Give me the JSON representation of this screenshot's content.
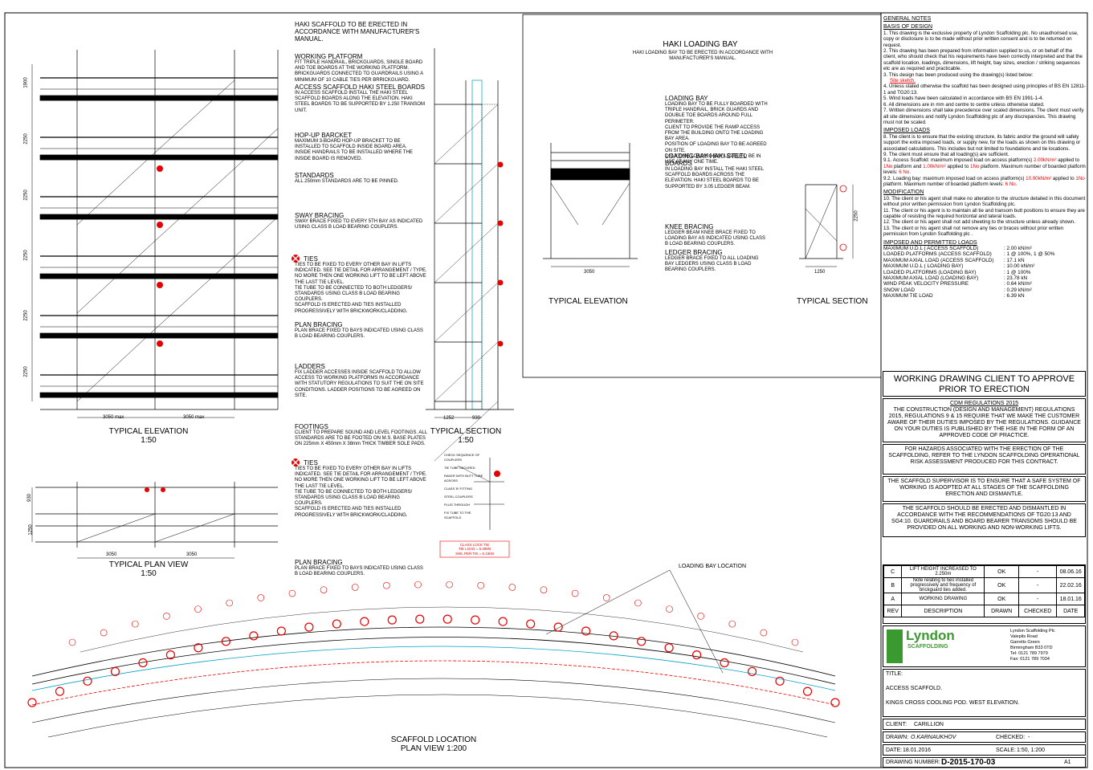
{
  "annotations": [
    {
      "title": "HAKI SCAFFOLD TO BE ERECTED IN ACCORDANCE WITH MANUFACTURER'S MANUAL.",
      "body": ""
    },
    {
      "title": "WORKING PLATFORM",
      "body": "FIT TRIPLE HANDRAIL, BRICKGUARDS, SINGLE BOARD AND TOE BOARDS AT THE WORKING PLATFORM.\nBRICKGUARDS CONNECTED TO GUARDRAILS USING A MINIMUM OF 10 CABLE TIES PER BRRICKGUARD."
    },
    {
      "title": "ACCESS SCAFFOLD HAKI STEEL BOARDS",
      "body": "IN ACCESS SCAFFOLD INSTALL THE HAKI STEEL SCAFFOLD BOARDS ALONG THE ELEVATION. HAKI STEEL BOARDS TO BE SUPPORTED BY 1.250 TRANSOM UNIT."
    },
    {
      "title": "HOP-UP BARCKET",
      "body": "MAXIMUM 3-BOARD HOP-UP BRACKET TO BE INSTALLED TO SCAFFOLD INSIDE BOARD AREA.\nINSIDE HANDRAILS TO BE INSTALLED WHERE THE INSIDE BOARD IS REMOVED."
    },
    {
      "title": "STANDARDS",
      "body": "ALL 250mm STANDARDS ARE TO BE PINNED."
    },
    {
      "title": "SWAY BRACING",
      "body": "SWAY BRACE FIXED TO EVERY 5TH BAY AS INDICATED USING CLASS B LOAD BEARING COUPLERS."
    },
    {
      "title": "TIES",
      "body": "TIES TO BE FIXED TO EVERY OTHER BAY IN LIFTS INDICATED. SEE TIE DETAIL FOR ARRANGEMENT / TYPE.\nNO MORE THEN ONE WORKING LIFT TO BE LEFT ABOVE THE LAST TIE LEVEL.\nTIE TUBE TO BE CONNECTED TO BOTH LEDGERS/ STANDARDS USING CLASS B LOAD BEARING COUPLERS.\nSCAFFOLD IS ERECTED AND TIES INSTALLED PROGRESSIVELY WITH BRICKWORK/CLADDING."
    },
    {
      "title": "PLAN BRACING",
      "body": "PLAN BRACE FIXED TO BAYS INDICATED USING CLASS B LOAD BEARING COUPLERS."
    },
    {
      "title": "LADDERS",
      "body": "FIX LADDER ACCESSES INSIDE SCAFFOLD TO ALLOW ACCESS TO WORKING PLATFORMS IN ACCORDANCE WITH STATUTORY REGULATIONS TO SUIT THE ON SITE CONDITIONS. LADDER POSITIONS TO BE AGREED ON SITE."
    },
    {
      "title": "FOOTINGS",
      "body": "CLIENT TO PREPARE SOUND AND LEVEL FOOTINGS. ALL STANDARDS ARE TO BE FOOTED ON M.S. BASE PLATES ON 225mm X 450mm X 38mm THICK TIMBER SOLE PADS."
    },
    {
      "title": "TIES",
      "body": "TIES TO BE FIXED TO EVERY OTHER BAY IN LIFTS INDICATED. SEE TIE DETAIL FOR ARRANGEMENT / TYPE.\nNO MORE THEN ONE WORKING LIFT TO BE LEFT ABOVE THE LAST TIE LEVEL.\nTIE TUBE TO BE CONNECTED TO BOTH LEDGERS/ STANDARDS USING CLASS B LOAD BEARING COUPLERS.\nSCAFFOLD IS ERECTED AND TIES INSTALLED PROGRESSIVELY WITH BRICKWORK/CLADDING."
    },
    {
      "title": "PLAN BRACING",
      "body": "PLAN BRACE FIXED TO BAYS INDICATED USING CLASS B LOAD BEARING COUPLERS."
    }
  ],
  "views": {
    "elevation_title": "TYPICAL ELEVATION",
    "elevation_scale": "1:50",
    "section_title": "TYPICAL SECTION",
    "section_scale": "1:50",
    "plan_title": "TYPICAL PLAN VIEW",
    "plan_scale": "1:50",
    "location_title": "SCAFFOLD LOCATION",
    "location_scale": "PLAN VIEW 1:200",
    "loading_bay_location": "LOADING BAY LOCATION"
  },
  "dims": {
    "lift_1": "1900",
    "lift": "2250",
    "bay": "3050 max",
    "sec_a": "1252",
    "sec_b": "930",
    "plan_a": "930",
    "plan_b": "1250",
    "plan_bay": "3050"
  },
  "loading_bay": {
    "title": "HAKI LOADING BAY",
    "subtitle": "HAKI LOADING BAY TO BE ERECTED IN ACCORDANCE WITH MANUFACTURER'S MANUAL.",
    "elevation_title": "TYPICAL ELEVATION",
    "section_title": "TYPICAL SECTION",
    "dim_width": "3050",
    "dim_depth": "1250",
    "dim_height": "2250",
    "notes": [
      {
        "title": "LOADING BAY",
        "body": "LOADING BAY TO BE FULLY BOARDED WITH TRIPLE HANDRAIL, BRICK GUARDS AND DOUBLE TOE BOARDS AROUND FULL PERIMETER.\nCLIENT TO PROVIDE THE RAMP ACCESS FROM THE BUILDING ONTO THE LOADING BAY AREA.\nPOSITION OF LOADING BAY TO BE AGREED ON SITE.\nONLY ONE LOADING BAY LEVEL TO BE IN USE AT ANY ONE TIME."
      },
      {
        "title": "LOADING BAY HAKI STEEL BOARDS",
        "body": "IN LOADING BAY INSTALL THE HAKI STEEL SCAFFOLD BOARDS ACROSS THE ELEVATION. HAKI STEEL BOARDS TO BE SUPPORTED BY 3.05 LEDGER BEAM."
      },
      {
        "title": "KNEE BRACING",
        "body": "LEDGER BEAM KNEE BRACE FIXED TO LOADING BAY AS INDICATED USING CLASS B LOAD BEARING COUPLERS."
      },
      {
        "title": "LEDGER BRACING",
        "body": "LEDGER BRACE FIXED TO ALL LOADING BAY LEDGERS USING CLASS B LOAD BEARING COUPLERS."
      }
    ]
  },
  "tie_detail": {
    "labels": [
      "CHECK SEQUENCE OF COUPLERS",
      "TIE TUBE SECURED",
      "RAKER WITH BUTT TUBE ACROSS",
      "CLASS 'B' FITTING",
      "STEEL COUPLERS",
      "PLUG THROUGH",
      "FIX TUBE TO THE SCAFFOLD"
    ],
    "load1": "CLASS LOCK TIE",
    "load2": "TIE LOAD = 6.39kN",
    "load3": "SWL PER TIE = 6.15kN"
  },
  "general_notes": {
    "title": "GENERAL NOTES",
    "basis_title": "BASIS OF DESIGN",
    "basis_items": [
      "1. This drawing is the exclusive property of Lyndon Scaffolding plc. No unauthorised use, copy or disclosure is to be made without prior written consent and is to be returned on request.",
      "2. This drawing has been prepared from information supplied to us, or on behalf of  the client, who should check that his requirements have been correctly interpreted and that the scaffold location, loadings, dimensions, lift height, bay sizes, erection / striking sequences etc are as required and practicable.",
      "3. This design has been produced using the drawing(s) listed below:"
    ],
    "site_sketch": "Site sketch.",
    "basis_items2": [
      "4. Unless stated otherwise the scaffold has been designed using principles of BS EN 12811-1 and TG20:13.",
      "5. Wind loads have been calculated in accordance with BS  EN 1991-1-4.",
      "6. All dimensions are in mm and centre to centre unless otherwise stated.",
      "7. Written dimensions shall take precedence over scaled dimensions. The client must verify all site dimensions and notify Lyndon Scaffolding plc of any discrepancies. This drawing must not be scaled."
    ],
    "imposed_title": "IMPOSED LOADS",
    "imposed_items": [
      "8. The client is to ensure that the existing structure, its fabric and/or the ground will safely support the extra imposed loads, or supply new, for the loads as shown on this drawing or associated calculations. This includes but not limited to foundations and tie locations.",
      "9. The client must ensure that all loading(s) are sufficient."
    ],
    "imposed_91a": "9.1. Access Scaffold: maximum imposed load on access platform(s) ",
    "imposed_91b": "2.00kN/m²",
    "imposed_91c": " applied to ",
    "imposed_91d": "1No",
    "imposed_91e": " platform and ",
    "imposed_91f": "1.00kN/m²",
    "imposed_91g": " applied to ",
    "imposed_91h": "1No",
    "imposed_91i": " platform.  Maximum number of boarded platform levels: ",
    "imposed_91j": "6 No.",
    "imposed_92a": "9.2. Loading bay: maximum imposed load on access platform(s) ",
    "imposed_92b": "10.00kN/m²",
    "imposed_92c": " applied to ",
    "imposed_92d": "1No",
    "imposed_92e": " platform.   Maximum number of boarded platform levels: ",
    "imposed_92f": "6 No.",
    "mod_title": "MODIFICATION",
    "mod_items": [
      "10. The client or his agent shall make no alteration to the structure detailed in this document without prior written permission from Lyndon Scaffolding plc.",
      "11. The client or his agent is to maintain all tie and transom butt positions to ensure they are capable of resisting the required horizontal and lateral loads.",
      "12. The client or his agent shall not add sheeting to the structure unless already shown.",
      "13. The client or his agent shall not remove any ties or braces without prior written permission from Lyndon Scaffolding plc ."
    ],
    "loads_title": "IMPOSED AND PERMITTED LOADS",
    "loads": [
      {
        "k": "MAXIMUM U.D.L ( ACCESS SCAFFOLD)",
        "v": ": 2.00 kN/m²"
      },
      {
        "k": "LOADED PLATFORMS (ACCESS SCAFFOLD)",
        "v": ": 1 @ 100%, 1 @ 50%"
      },
      {
        "k": "MAXIMUM AXIAL LOAD (ACCESS SCAFFOLD)",
        "v": ": 17.1 kN"
      },
      {
        "k": "MAXIMUM U.D.L ( LOADING BAY)",
        "v": ": 10.00 kN/m²"
      },
      {
        "k": "LOADED PLATFORMS (LOADING BAY)",
        "v": ": 1 @ 100%"
      },
      {
        "k": "MAXIMUM AXIAL LOAD (LOADING BAY)",
        "v": ": 23.78 kN"
      },
      {
        "k": "WIND PEAK VELOCITY PRESSURE",
        "v": ": 0.64 kN/m²"
      },
      {
        "k": "SNOW LOAD",
        "v": ": 0.29 kN/m²"
      },
      {
        "k": "MAXIMUM TIE LOAD",
        "v": ": 6.39 kN"
      }
    ]
  },
  "title_block": {
    "approval": "WORKING DRAWING CLIENT TO APPROVE PRIOR TO ERECTION",
    "cdm_title": "CDM REGULATIONS 2015",
    "cdm_text": "THE CONSTRUCTION (DESIGN AND MANAGEMENT) REGULATIONS 2015, REGULATIONS 9 & 15 REQUIRE THAT WE MAKE THE CUSTOMER AWARE OF THEIR DUTIES IMPOSED BY THE REGULATIONS. GUIDANCE ON YOUR DUTIES IS PUBLISHED BY THE HSE IN THE FORM OF AN APPROVED CODE OF PRACTICE.",
    "hazards": "FOR HAZARDS ASSOCIATED WITH THE ERECTION OF THE SCAFFOLDING, REFER TO THE LYNDON SCAFFOLDING OPERATIONAL RISK ASSESSMENT PRODUCED FOR THIS CONTRACT.",
    "supervisor": "THE SCAFFOLD SUPERVISOR IS TO ENSURE THAT A SAFE SYSTEM OF WORKING IS ADOPTED AT ALL STAGES OF THE SCAFFOLDING ERECTION AND DISMANTLE.",
    "tg20": "THE SCAFFOLD SHOULD BE ERECTED AND DISMANTLED IN ACCORDANCE WITH THE RECOMMENDATIONS OF TG20:13 AND SG4:10. GUARDRAILS AND BOARD BEARER TRANSOMS SHOULD BE PROVIDED ON ALL WORKING AND NON-WORKING LIFTS.",
    "revisions": [
      {
        "rev": "C",
        "desc": "LIFT HEIGHT INCREASED TO 2.250m",
        "drawn": "OK",
        "checked": "-",
        "date": "08.06.16"
      },
      {
        "rev": "B",
        "desc": "Note relating to ties installed progressively and frequency of brickguard ties added.",
        "drawn": "OK",
        "checked": "-",
        "date": "22.02.16"
      },
      {
        "rev": "A",
        "desc": "WORKING DRAWING",
        "drawn": "OK",
        "checked": "-",
        "date": "18.01.16"
      }
    ],
    "rev_headers": {
      "rev": "REV",
      "desc": "DESCRIPTION",
      "drawn": "DRAWN",
      "checked": "CHECKED",
      "date": "DATE"
    },
    "company_logo": "Lyndon",
    "company_logo_sub": "SCAFFOLDING",
    "company_address": "Lyndon Scaffolding Plc\nValepits Road\nGarretts Green\nBirmingham B33 0TD\nTel: 0121 789 7979\nFax: 0121 789 7034",
    "title_label": "TITLE:",
    "title_line1": "ACCESS SCAFFOLD.",
    "title_line2": "KINGS CROSS COOLING POD. WEST ELEVATION.",
    "client_label": "CLIENT:",
    "client": "CARILLION",
    "drawn_label": "DRAWN:",
    "drawn": "O.KARNAUKHOV",
    "checked_label": "CHECKED:",
    "checked": "-",
    "date_label": "DATE:",
    "date": "18.01.2016",
    "scale_label": "SCALE:",
    "scale": "1:50, 1:200",
    "number_label": "DRAWING NUMBER:",
    "number": "D-2015-170-03",
    "size": "A1"
  },
  "colors": {
    "accent_red": "#e60000",
    "logo_green": "#3a9a2f"
  }
}
